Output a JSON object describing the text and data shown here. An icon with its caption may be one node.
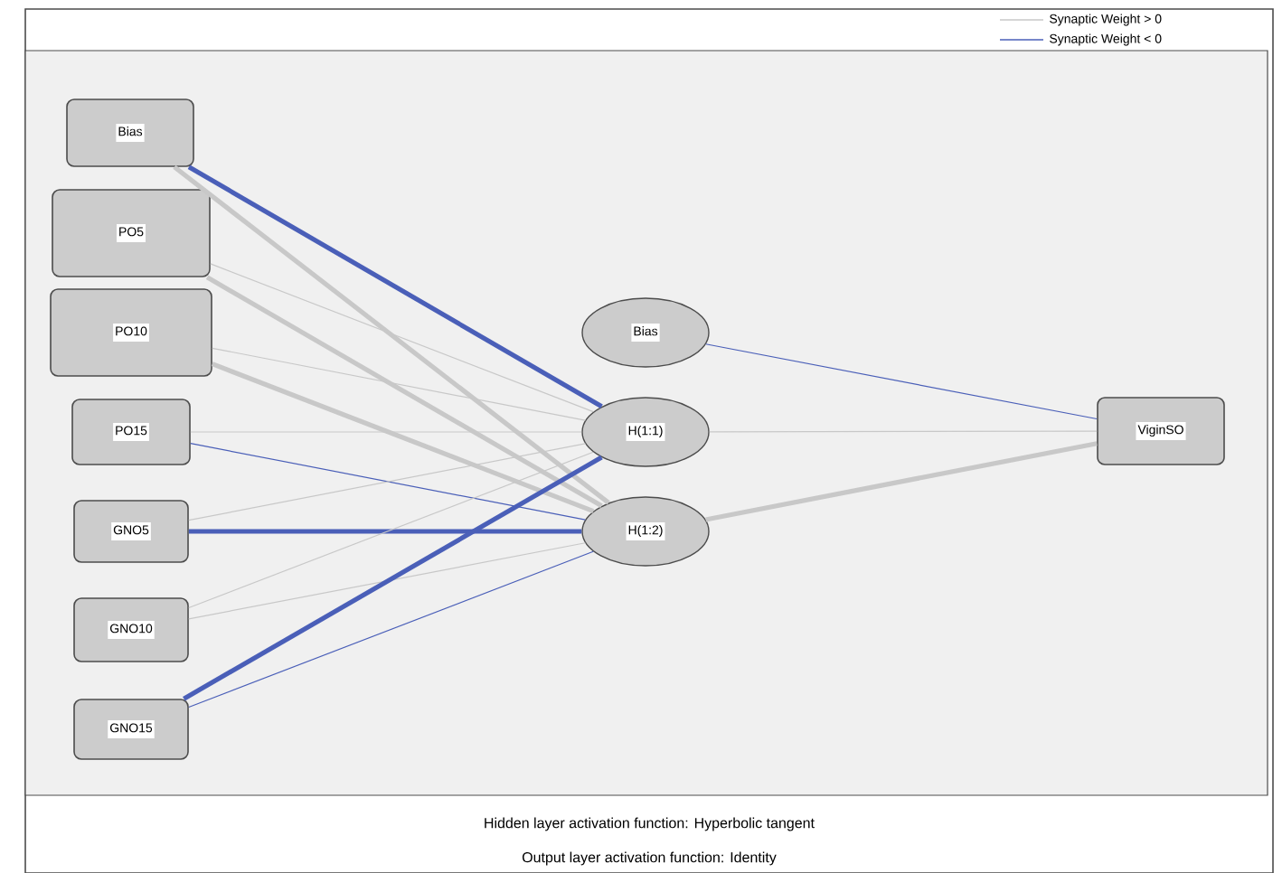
{
  "diagram": {
    "nodes": [
      {
        "text": [
          "Bias"
        ]
      },
      {
        "text": [
          "PO5"
        ]
      },
      {
        "text": [
          "PO10"
        ]
      },
      {
        "text": [
          "PO15"
        ]
      },
      {
        "text": [
          "GNO5"
        ]
      },
      {
        "text": [
          "GNO10"
        ]
      },
      {
        "text": [
          "GNO15"
        ]
      },
      {
        "text": [
          "Bias"
        ]
      },
      {
        "text": [
          "H(1:1)"
        ]
      },
      {
        "text": [
          "H(1:2)"
        ]
      },
      {
        "text": [
          "ViginSO"
        ]
      }
    ],
    "edges": [
      {
        "from": 0,
        "to": 8,
        "arrow": "none",
        "style": "thick",
        "color": "#4a5fb8"
      },
      {
        "from": 0,
        "to": 9,
        "arrow": "none",
        "style": "thick"
      },
      {
        "from": 1,
        "to": 8,
        "arrow": "none"
      },
      {
        "from": 1,
        "to": 9,
        "arrow": "none",
        "style": "thick"
      },
      {
        "from": 2,
        "to": 8,
        "arrow": "none"
      },
      {
        "from": 2,
        "to": 9,
        "arrow": "none",
        "style": "thick"
      },
      {
        "from": 3,
        "to": 8,
        "arrow": "none"
      },
      {
        "from": 3,
        "to": 9,
        "arrow": "none",
        "color": "#4a5fb8"
      },
      {
        "from": 4,
        "to": 8,
        "arrow": "none"
      },
      {
        "from": 4,
        "to": 9,
        "arrow": "none",
        "style": "thick",
        "color": "#4a5fb8"
      },
      {
        "from": 5,
        "to": 8,
        "arrow": "none"
      },
      {
        "from": 5,
        "to": 9,
        "arrow": "none"
      },
      {
        "from": 6,
        "to": 8,
        "arrow": "none",
        "style": "thick",
        "color": "#4a5fb8"
      },
      {
        "from": 6,
        "to": 9,
        "arrow": "none",
        "color": "#4a5fb8"
      },
      {
        "from": 7,
        "to": 10,
        "arrow": "none",
        "color": "#4a5fb8"
      },
      {
        "from": 8,
        "to": 10,
        "arrow": "none"
      },
      {
        "from": 9,
        "to": 10,
        "arrow": "none",
        "style": "thick"
      }
    ],
    "labels": [
      "Hidden layer activation function: Hyperbolic tangent",
      "Output layer activation function: Identity"
    ],
    "legend": [
      {
        "text": "Synaptic Weight > 0"
      },
      {
        "text": "Synaptic Weight < 0"
      }
    ]
  }
}
